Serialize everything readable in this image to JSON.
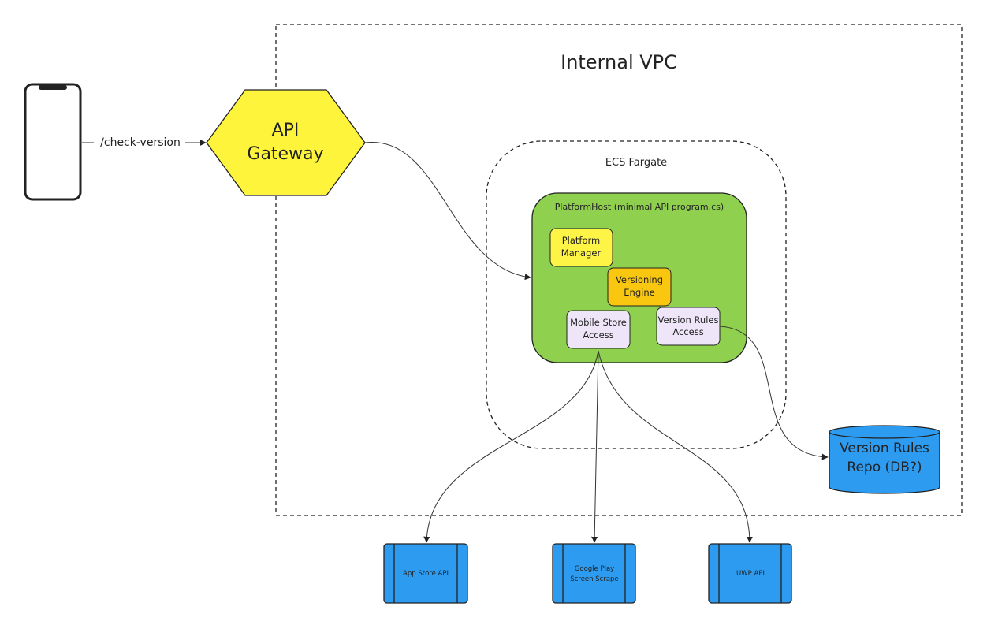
{
  "vpc": {
    "label": "Internal VPC"
  },
  "gateway": {
    "line1": "API",
    "line2": "Gateway"
  },
  "client": {
    "edge_label": "/check-version"
  },
  "ecs": {
    "label": "ECS Fargate"
  },
  "host": {
    "label": "PlatformHost (minimal API program.cs)"
  },
  "components": {
    "platform_manager": {
      "line1": "Platform",
      "line2": "Manager"
    },
    "versioning_engine": {
      "line1": "Versioning",
      "line2": "Engine"
    },
    "mobile_store_access": {
      "line1": "Mobile Store",
      "line2": "Access"
    },
    "version_rules_access": {
      "line1": "Version Rules",
      "line2": "Access"
    }
  },
  "database": {
    "line1": "Version Rules",
    "line2": "Repo (DB?)"
  },
  "external": {
    "app_store": {
      "line1": "App Store API"
    },
    "google_play": {
      "line1": "Google Play",
      "line2": "Screen Scrape"
    },
    "uwp": {
      "line1": "UWP API"
    }
  },
  "colors": {
    "gateway_fill": "#fdf43b",
    "host_fill": "#8fd14f",
    "platform_manager_fill": "#fef445",
    "versioning_engine_fill": "#fac710",
    "access_fill": "#eee6f8",
    "db_fill": "#2d9bf0",
    "external_fill": "#2d9bf0"
  }
}
